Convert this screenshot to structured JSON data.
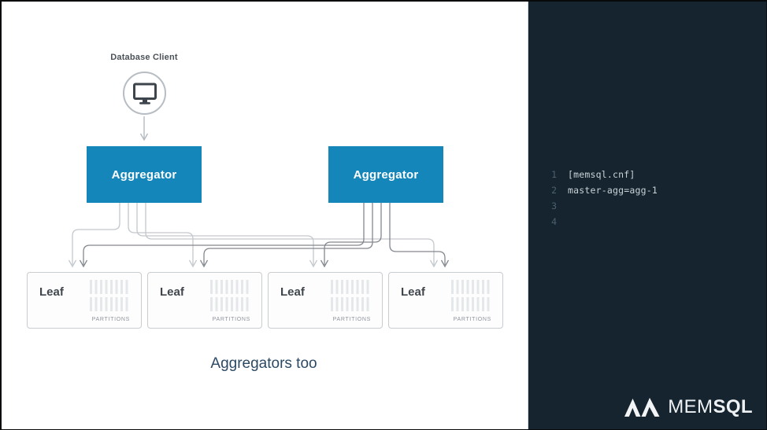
{
  "diagram": {
    "client": {
      "label": "Database Client"
    },
    "aggregators": [
      {
        "label": "Aggregator"
      },
      {
        "label": "Aggregator"
      }
    ],
    "leaves": [
      {
        "label": "Leaf",
        "sublabel": "PARTITIONS"
      },
      {
        "label": "Leaf",
        "sublabel": "PARTITIONS"
      },
      {
        "label": "Leaf",
        "sublabel": "PARTITIONS"
      },
      {
        "label": "Leaf",
        "sublabel": "PARTITIONS"
      }
    ],
    "caption": "Aggregators too"
  },
  "code_panel": {
    "lines": [
      {
        "num": "1",
        "text": "[memsql.cnf]"
      },
      {
        "num": "2",
        "text": "master-agg=agg-1"
      },
      {
        "num": "3",
        "text": ""
      },
      {
        "num": "4",
        "text": ""
      }
    ]
  },
  "logo": {
    "mem": "MEM",
    "sql": "SQL"
  },
  "colors": {
    "aggregator_blue": "#1486b9",
    "panel_dark": "#15242e",
    "connector_light": "#c3c8cd",
    "connector_dark": "#83888e",
    "caption_text": "#2c4963",
    "leaf_border": "#c8cdd2"
  }
}
